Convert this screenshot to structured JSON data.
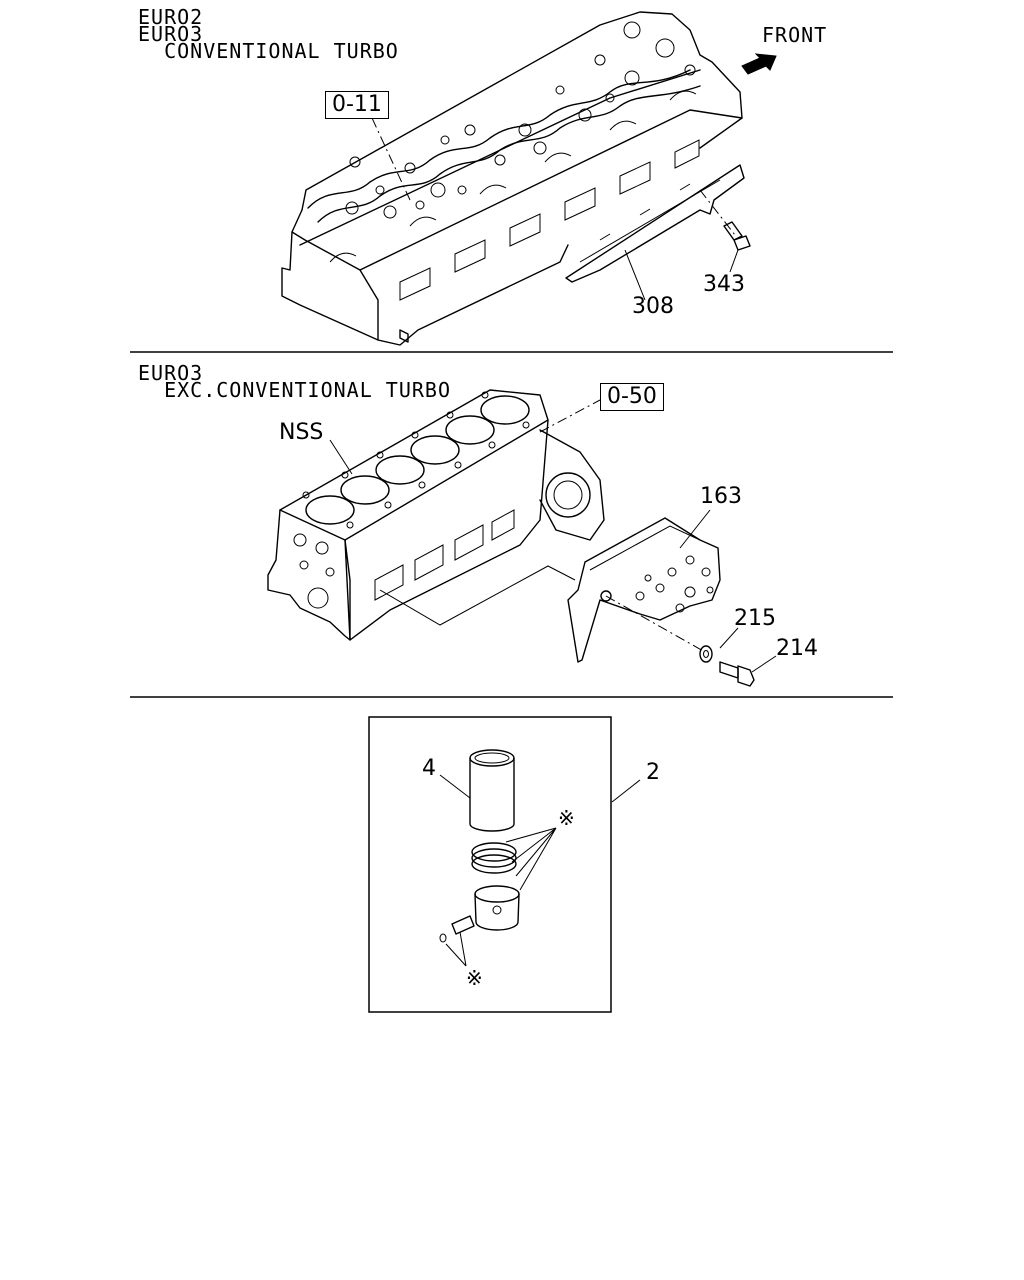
{
  "section1": {
    "header_lines": [
      "EURO2",
      "EURO3",
      "  CONVENTIONAL TURBO"
    ],
    "front_label": "FRONT",
    "ref_box": "0-11",
    "callouts": {
      "p308": "308",
      "p343": "343"
    }
  },
  "section2": {
    "header_lines": [
      "EURO3",
      "  EXC.CONVENTIONAL TURBO"
    ],
    "ref_box": "0-50",
    "callouts": {
      "nss": "NSS",
      "p163": "163",
      "p215": "215",
      "p214": "214"
    }
  },
  "section3": {
    "callouts": {
      "p4": "4",
      "p2": "2",
      "star_upper": "※",
      "star_lower": "※"
    }
  }
}
